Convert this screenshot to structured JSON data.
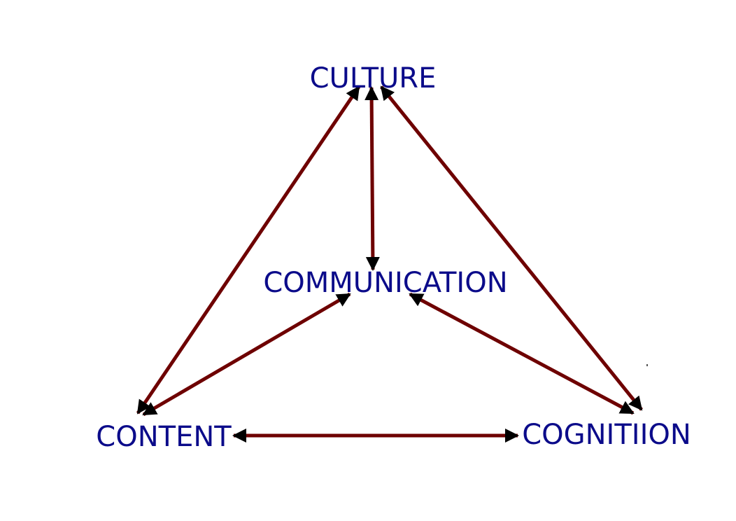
{
  "diagram": {
    "nodes": {
      "culture": {
        "label": "CULTURE"
      },
      "communication": {
        "label": "COMMUNICATION"
      },
      "content": {
        "label": "CONTENT"
      },
      "cognition": {
        "label": "COGNITIION"
      }
    },
    "edges": [
      {
        "from": "culture",
        "to": "communication",
        "direction": "both"
      },
      {
        "from": "culture",
        "to": "content",
        "direction": "both"
      },
      {
        "from": "culture",
        "to": "cognition",
        "direction": "both"
      },
      {
        "from": "communication",
        "to": "content",
        "direction": "both"
      },
      {
        "from": "communication",
        "to": "cognition",
        "direction": "both"
      },
      {
        "from": "content",
        "to": "cognition",
        "direction": "both"
      }
    ],
    "colors": {
      "label_text": "#0b0b8a",
      "arrow_line": "#6e0000",
      "arrow_head": "#000000",
      "background": "#ffffff"
    }
  }
}
